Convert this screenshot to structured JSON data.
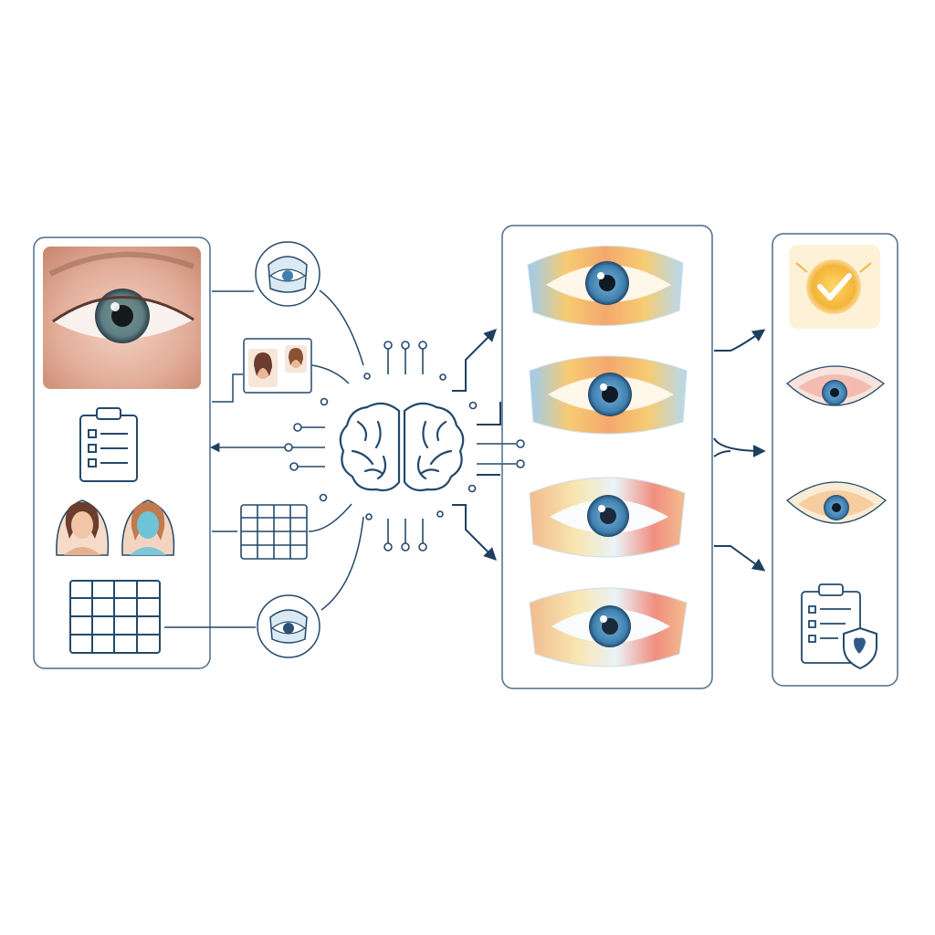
{
  "colors": {
    "stroke": "#24496b",
    "arrow": "#1f3f60",
    "panel_border": "#4d6c8a",
    "iris_gray": "#5f7f86",
    "iris_blue": "#3f7fae",
    "check_gold": "#f4b43a",
    "heat_warm": "#f5a25a",
    "heat_cool": "#78b9e6"
  },
  "icons": {
    "input_panel": [
      "eye-photo",
      "clipboard-icon",
      "portrait-pair-icon",
      "grid-table-icon"
    ],
    "processing": [
      "eye-scan-icon",
      "portrait-pair-icon",
      "table-grid-icon",
      "eye-scan-icon",
      "brain-icon"
    ],
    "heatmaps": [
      "eye-heatmap-1",
      "eye-heatmap-2",
      "eye-heatmap-3",
      "eye-heatmap-4"
    ],
    "results": [
      "checkmark-badge-icon",
      "eye-heatmap-small-1",
      "eye-heatmap-small-2",
      "clipboard-shield-icon"
    ]
  }
}
